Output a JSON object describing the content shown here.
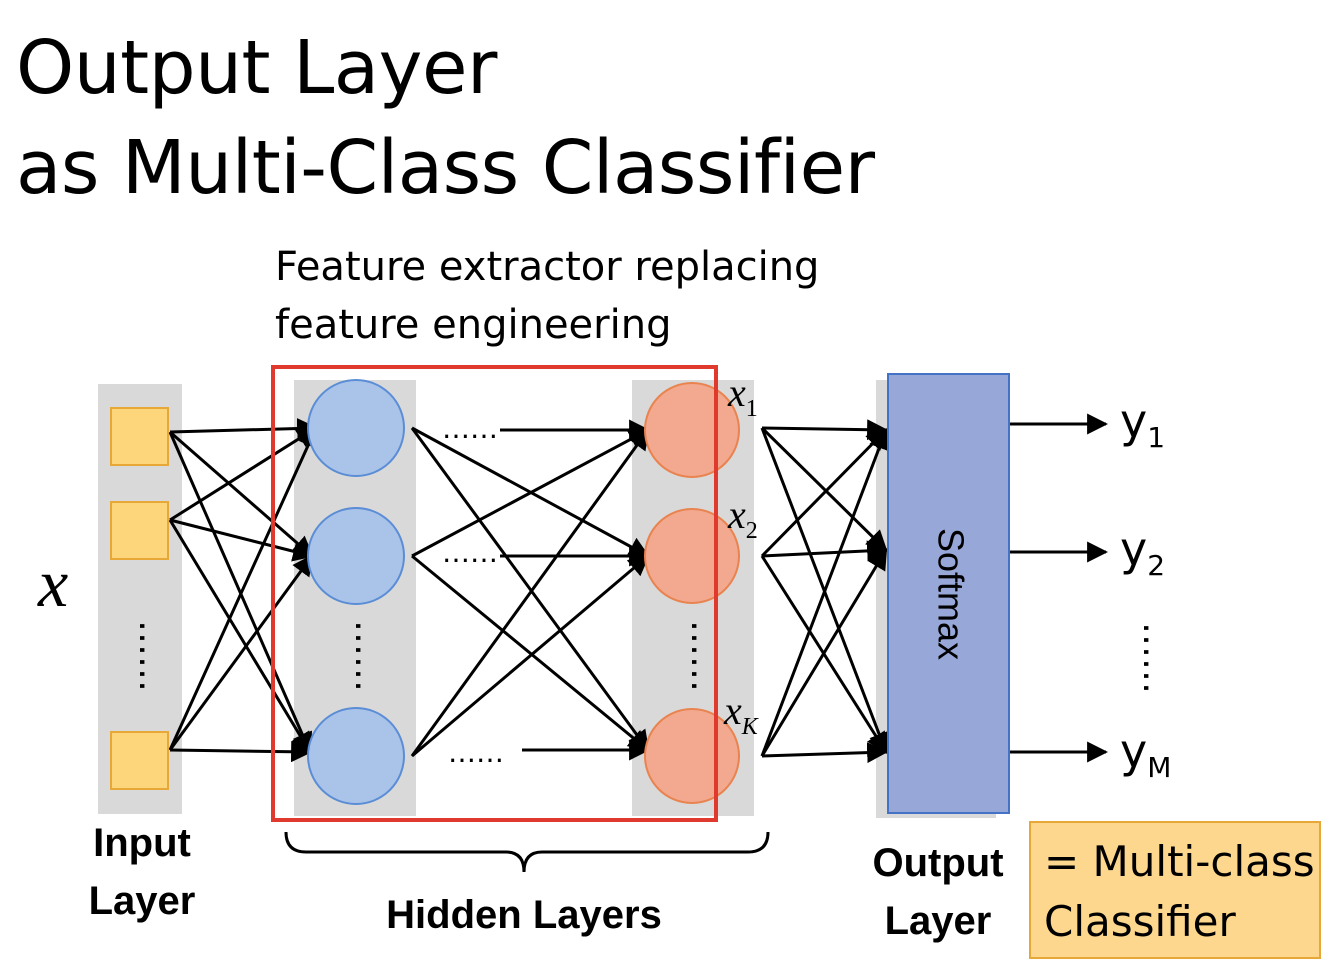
{
  "title": {
    "line1": "Output Layer",
    "line2": "as Multi-Class Classifier"
  },
  "subtitle": {
    "line1": "Feature extractor replacing",
    "line2": "feature engineering"
  },
  "diagram": {
    "input_symbol": "x",
    "input_layer": {
      "line1": "Input",
      "line2": "Layer"
    },
    "hidden_layers_label": "Hidden Layers",
    "output_layer": {
      "line1": "Output",
      "line2": "Layer"
    },
    "softmax_label": "Softmax",
    "ellipsis": "……",
    "features": [
      {
        "base": "x",
        "sub": "1"
      },
      {
        "base": "x",
        "sub": "2"
      },
      {
        "base": "x",
        "sub": "K"
      }
    ],
    "outputs": [
      {
        "base": "y",
        "sub": "1"
      },
      {
        "base": "y",
        "sub": "2"
      },
      {
        "base": "y",
        "sub": "M"
      }
    ],
    "note": {
      "line1": "= Multi-class",
      "line2": "Classifier"
    },
    "colors": {
      "input_node": "#fdd67b",
      "input_node_stroke": "#e8a838",
      "hidden_node": "#a9c4e8",
      "hidden_node_stroke": "#5b8dd6",
      "feature_node": "#f2a98f",
      "feature_node_stroke": "#e9834f",
      "layer_band": "#d9d9d9",
      "highlight_box": "#e03a2e",
      "softmax_fill": "#97a8d8",
      "softmax_stroke": "#4472c4",
      "note_fill": "#fcd78d",
      "note_stroke": "#e8a838"
    }
  }
}
